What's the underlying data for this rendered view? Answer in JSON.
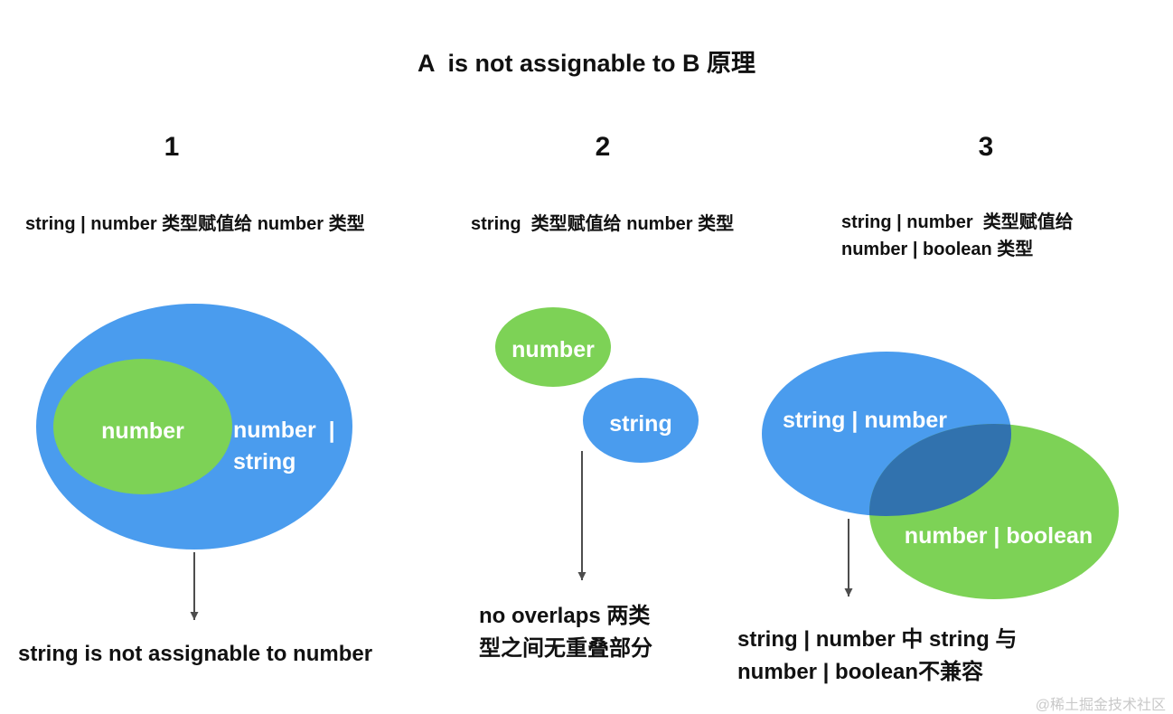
{
  "title": "A  is not assignable to B 原理",
  "watermark": "@稀土掘金技术社区",
  "colors": {
    "blue": "#4A9CEE",
    "green": "#7DD256",
    "overlap": "#3172AE",
    "arrow": "#4D4D4D"
  },
  "sections": [
    {
      "number": "1",
      "description": "string | number 类型赋值给 number 类型",
      "label_inner": "number",
      "label_outer": "number  |\nstring",
      "conclusion": "string is not assignable to number"
    },
    {
      "number": "2",
      "description": "string  类型赋值给 number 类型",
      "label_green": "number",
      "label_blue": "string",
      "conclusion": "no overlaps 两类\n型之间无重叠部分"
    },
    {
      "number": "3",
      "description": "string | number  类型赋值给\nnumber | boolean 类型",
      "label_blue": "string | number",
      "label_green": "number | boolean",
      "conclusion": "string | number 中 string 与\nnumber | boolean不兼容"
    }
  ]
}
